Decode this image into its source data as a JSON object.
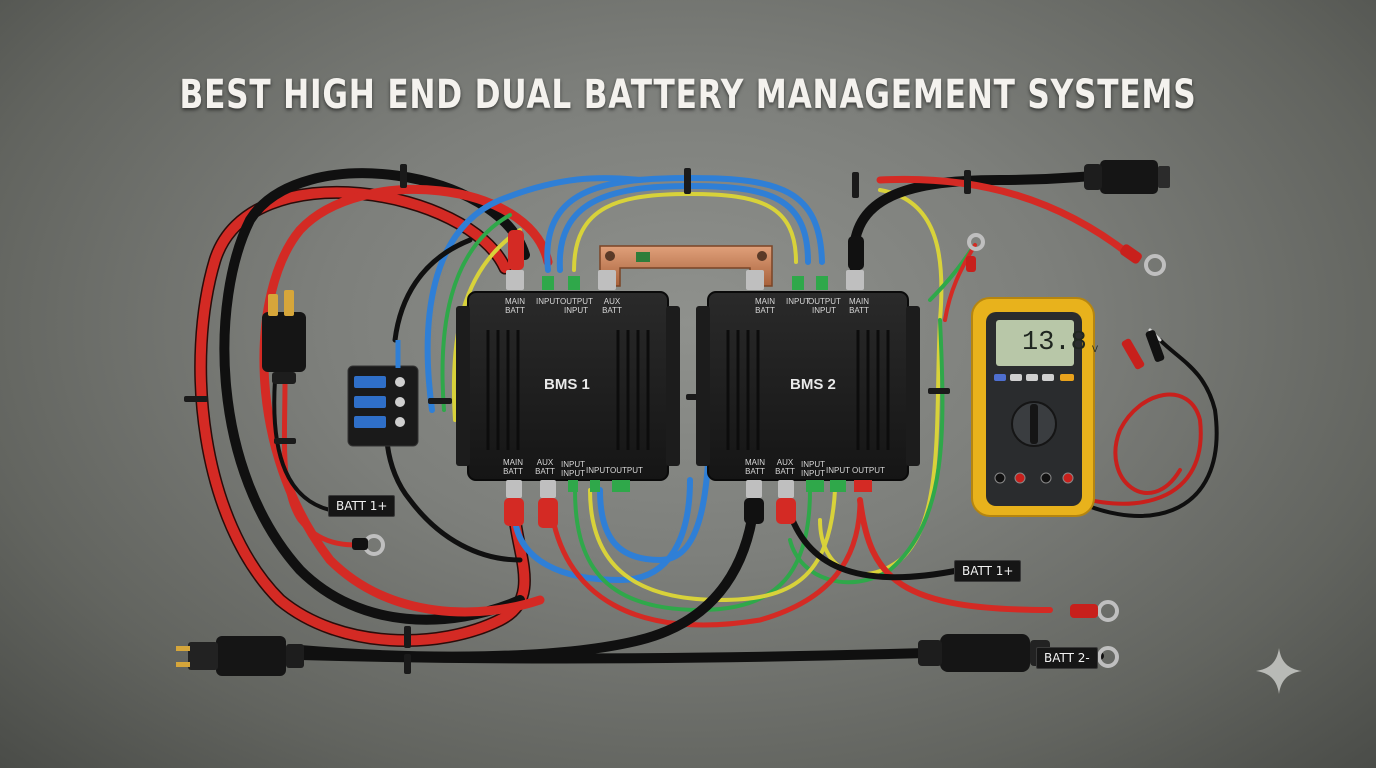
{
  "title": "BEST HIGH END DUAL BATTERY MANAGEMENT SYSTEMS",
  "bms_units": [
    {
      "name": "BMS 1",
      "top_ports": [
        "MAIN BATT",
        "INPUT",
        "OUTPUT INPUT",
        "AUX BATT"
      ],
      "bottom_ports": [
        "MAIN BATT",
        "AUX BATT",
        "INPUT INPUT",
        "INPUT",
        "OUTPUT"
      ]
    },
    {
      "name": "BMS 2",
      "top_ports": [
        "MAIN BATT",
        "INPUT",
        "OUTPUT INPUT",
        "MAIN BATT"
      ],
      "bottom_ports": [
        "MAIN BATT",
        "AUX BATT",
        "INPUT INPUT",
        "INPUT",
        "OUTPUT"
      ]
    }
  ],
  "labels": {
    "batt1_left": "BATT 1+",
    "batt1_right": "BATT 1+",
    "batt2_right": "BATT 2-"
  },
  "multimeter": {
    "reading": "13.8",
    "unit": "V"
  },
  "colors": {
    "wire_red": "#d42a24",
    "wire_black": "#1b1b1b",
    "wire_blue": "#2f7fd6",
    "wire_green": "#2fa84a",
    "wire_yellow": "#d8d23a",
    "copper": "#c8825a",
    "multimeter_body": "#e8b21c"
  },
  "icons": [
    "sparkle-icon"
  ]
}
